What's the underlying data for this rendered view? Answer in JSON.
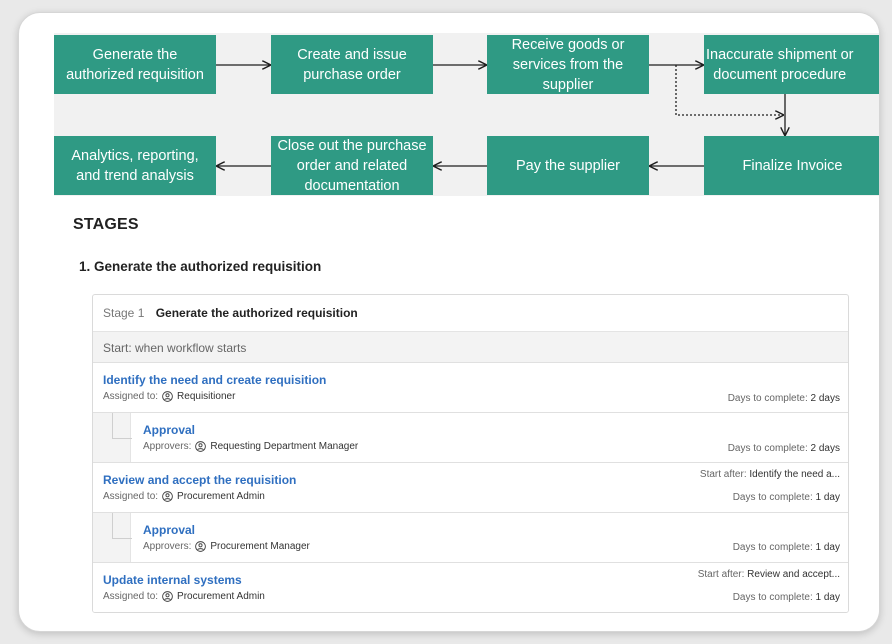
{
  "flow": {
    "box1": "Generate the\nauthorized requisition",
    "box2": "Create and issue\npurchase order",
    "box3": "Receive goods or\nservices from the\nsupplier",
    "box4": "Inaccurate shipment or\ndocument procedure",
    "box5": "Analytics, reporting,\nand trend analysis",
    "box6": "Close out the purchase\norder and related\ndocumentation",
    "box7": "Pay the supplier",
    "box8": "Finalize Invoice"
  },
  "stages_heading": "STAGES",
  "list_item": "1. Generate the authorized requisition",
  "stage": {
    "number": "Stage 1",
    "title": "Generate the authorized requisition",
    "start": "Start: when workflow starts"
  },
  "labels": {
    "assigned_to": "Assigned to:",
    "approvers": "Approvers:",
    "days_to_complete": "Days to complete:",
    "start_after": "Start after:"
  },
  "tasks": [
    {
      "title": "Identify the need and create requisition",
      "person": "Requisitioner",
      "days": "2 days"
    },
    {
      "title": "Approval",
      "person": "Requesting Department Manager",
      "days": "2 days"
    },
    {
      "title": "Review and accept the requisition",
      "person": "Procurement Admin",
      "days": "1 day",
      "start_after": "Identify the need a..."
    },
    {
      "title": "Approval",
      "person": "Procurement Manager",
      "days": "1 day"
    },
    {
      "title": "Update internal systems",
      "person": "Procurement Admin",
      "days": "1 day",
      "start_after": "Review and accept..."
    }
  ],
  "colors": {
    "box_fill": "#2f9a84",
    "link": "#2f6fc0"
  }
}
